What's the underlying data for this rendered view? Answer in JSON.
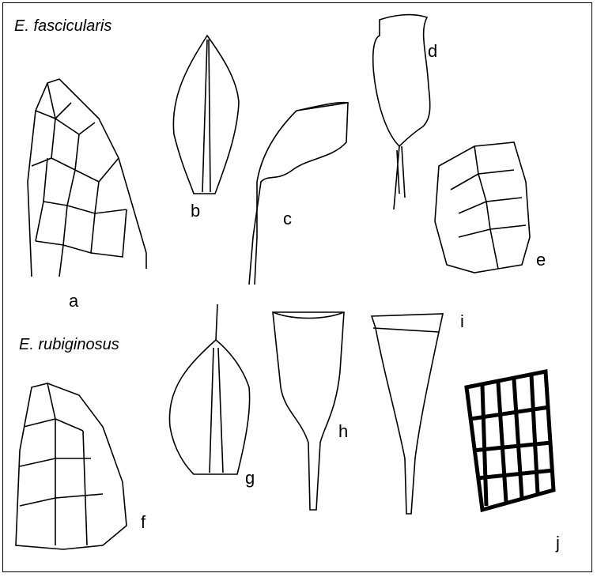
{
  "species": [
    {
      "name": "E. fascicularis",
      "panels": [
        "a",
        "b",
        "c",
        "d",
        "e"
      ]
    },
    {
      "name": "E. rubiginosus",
      "panels": [
        "f",
        "g",
        "h",
        "i",
        "j"
      ]
    }
  ],
  "labels": {
    "a": "a",
    "b": "b",
    "c": "c",
    "d": "d",
    "e": "e",
    "f": "f",
    "g": "g",
    "h": "h",
    "i": "i",
    "j": "j"
  }
}
